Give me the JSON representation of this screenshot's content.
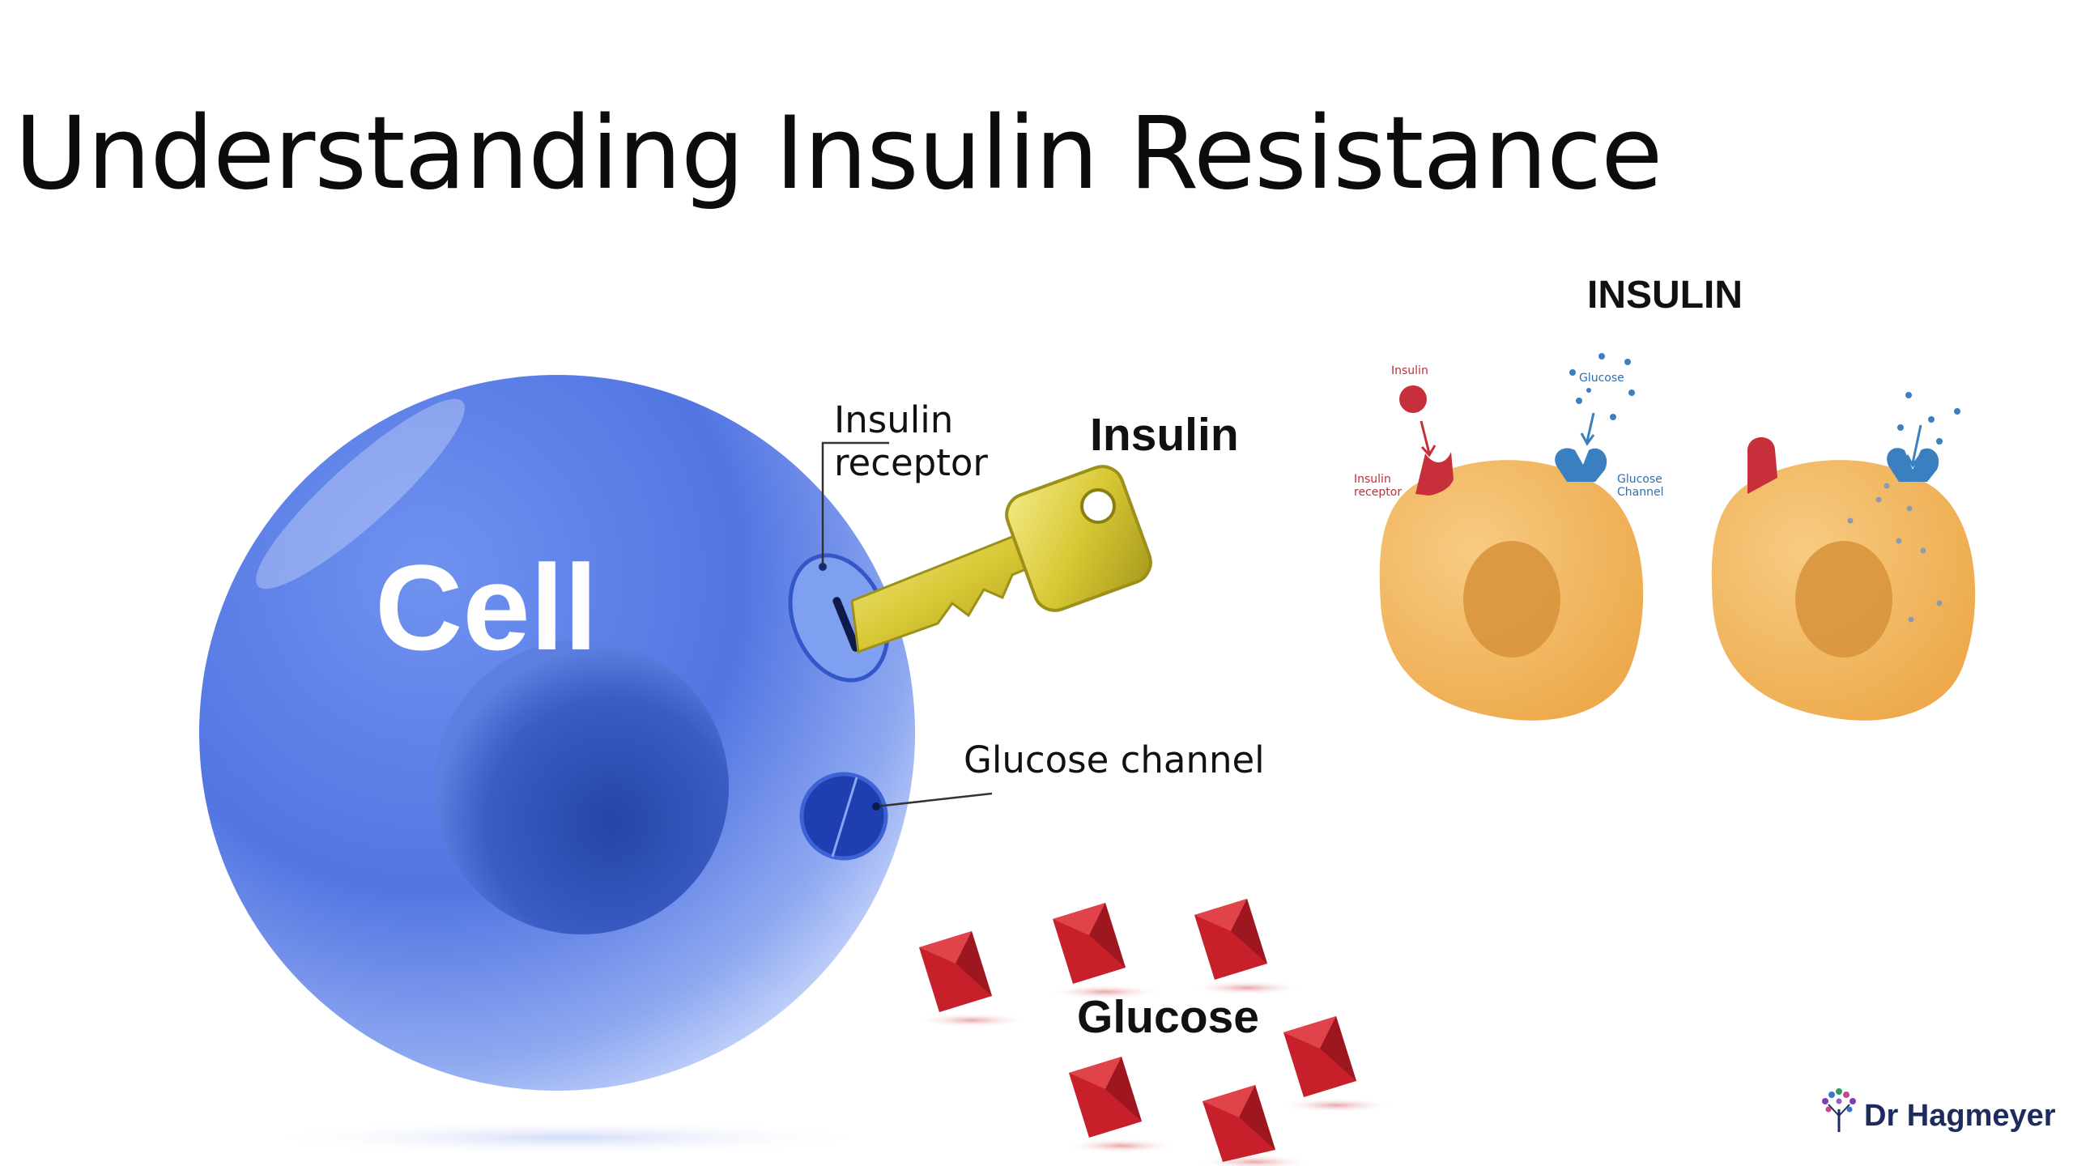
{
  "title": "Understanding Insulin Resistance",
  "main_diagram": {
    "cell_label": "Cell",
    "receptor_label_line1": "Insulin",
    "receptor_label_line2": "receptor",
    "key_label": "Insulin",
    "channel_label": "Glucose channel",
    "glucose_label": "Glucose"
  },
  "secondary_diagram": {
    "heading": "INSULIN",
    "insulin_label": "Insulin",
    "glucose_label": "Glucose",
    "receptor_line1": "Insulin",
    "receptor_line2": "receptor",
    "channel_line1": "Glucose",
    "channel_line2": "Channel"
  },
  "logo": {
    "text": "Dr Hagmeyer"
  },
  "colors": {
    "cell_blue": "#5478e0",
    "nucleus_blue": "#2f4fb4",
    "key_gold": "#d9cc3a",
    "glucose_red": "#c8202a",
    "cell_orange": "#f2b860",
    "receptor_red": "#c72f3a",
    "channel_blue": "#3a7fc0",
    "label_red": "#b8323a",
    "label_blue": "#2f6fb0",
    "logo_navy": "#1d2b5e"
  }
}
